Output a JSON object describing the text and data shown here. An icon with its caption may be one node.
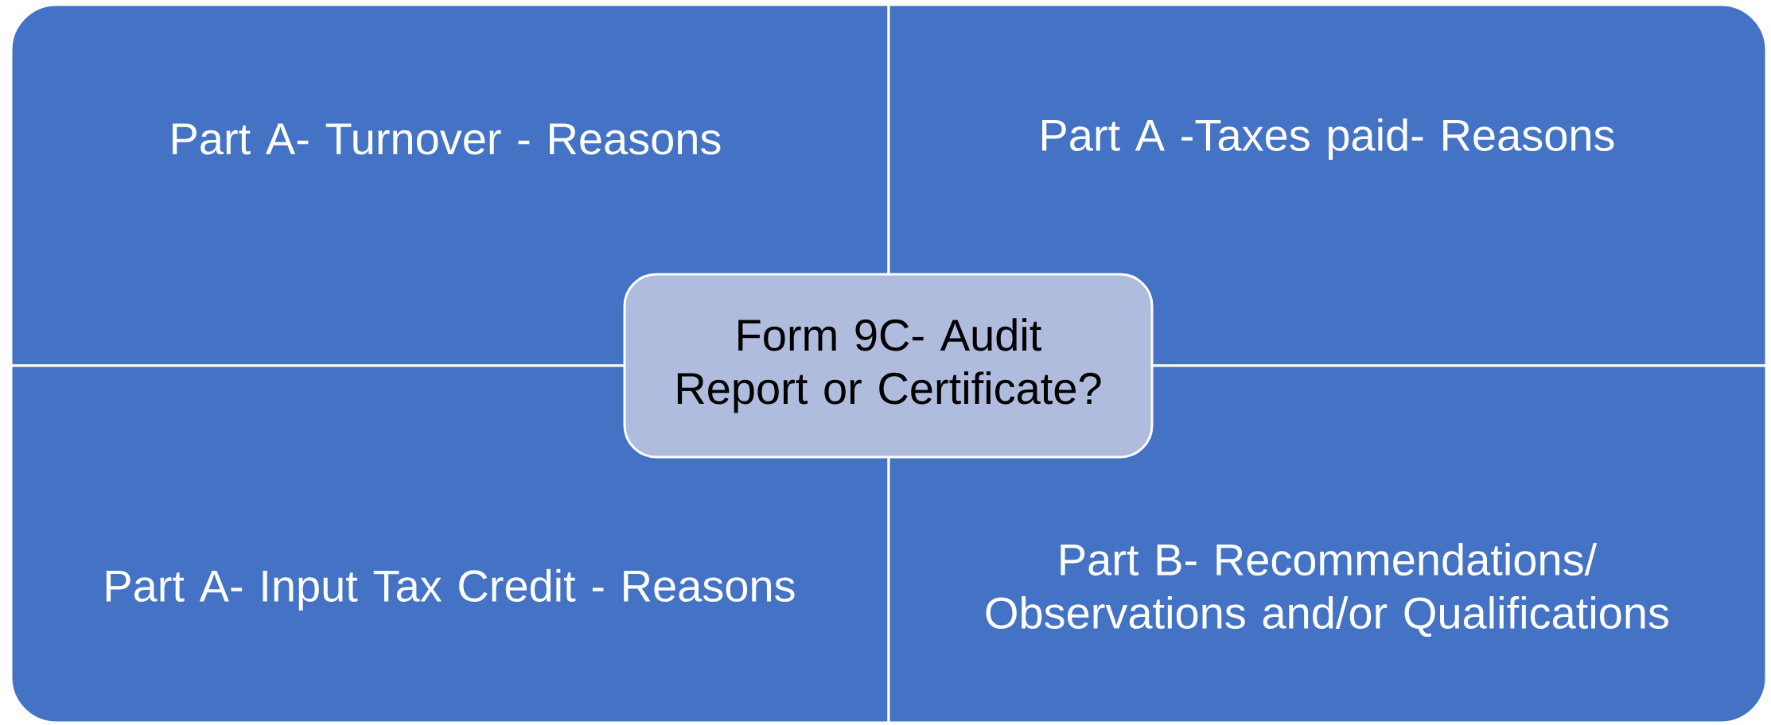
{
  "diagram": {
    "nodes": [
      {
        "text": [
          "Part A- Turnover - Reasons"
        ]
      },
      {
        "text": [
          "Part A -Taxes paid- Reasons"
        ]
      },
      {
        "text": [
          "Part A- Input Tax Credit - Reasons"
        ]
      },
      {
        "text": [
          "Part B- Recommendations/ Observations and/or Qualifications"
        ]
      },
      {
        "text": [
          "Form 9C- Audit Report or Certificate?"
        ]
      }
    ]
  }
}
